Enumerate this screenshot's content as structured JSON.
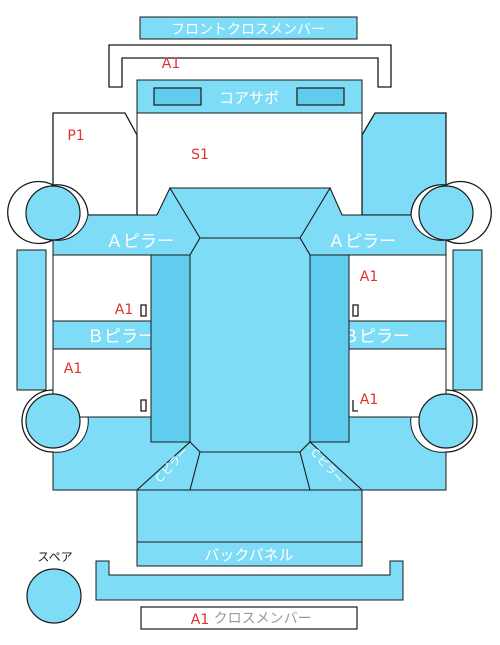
{
  "labels": {
    "front_cross_member": "フロントクロスメンバー",
    "core_support": "コアサポ",
    "a_pillar_left": "Ａピラー",
    "a_pillar_right": "Ａピラー",
    "b_pillar_left": "Ｂピラー",
    "b_pillar_right": "Ｂピラー",
    "back_panel": "バックパネル",
    "rear_cross_member": "リアクロスメンバー",
    "spare": "スペア",
    "pillar_c_left": "Ｃピラー",
    "pillar_c_right": "Ｃピラー"
  },
  "damage_codes": {
    "a1_front_member": "A1",
    "p1_left_fender": "P1",
    "s1_hood": "S1",
    "a1_right_front_door": "A1",
    "a1_left_front_door": "A1",
    "a1_left_rear_door": "A1",
    "a1_right_rear_door": "A1",
    "a1_rear_member": "A1"
  },
  "colors": {
    "part_fill": "#7fdcf7",
    "part_fill_dark": "#60cdee",
    "outline": "#1a1a1a",
    "damage_text": "#e0322b",
    "label_text": "#ffffff",
    "background": "#ffffff"
  }
}
